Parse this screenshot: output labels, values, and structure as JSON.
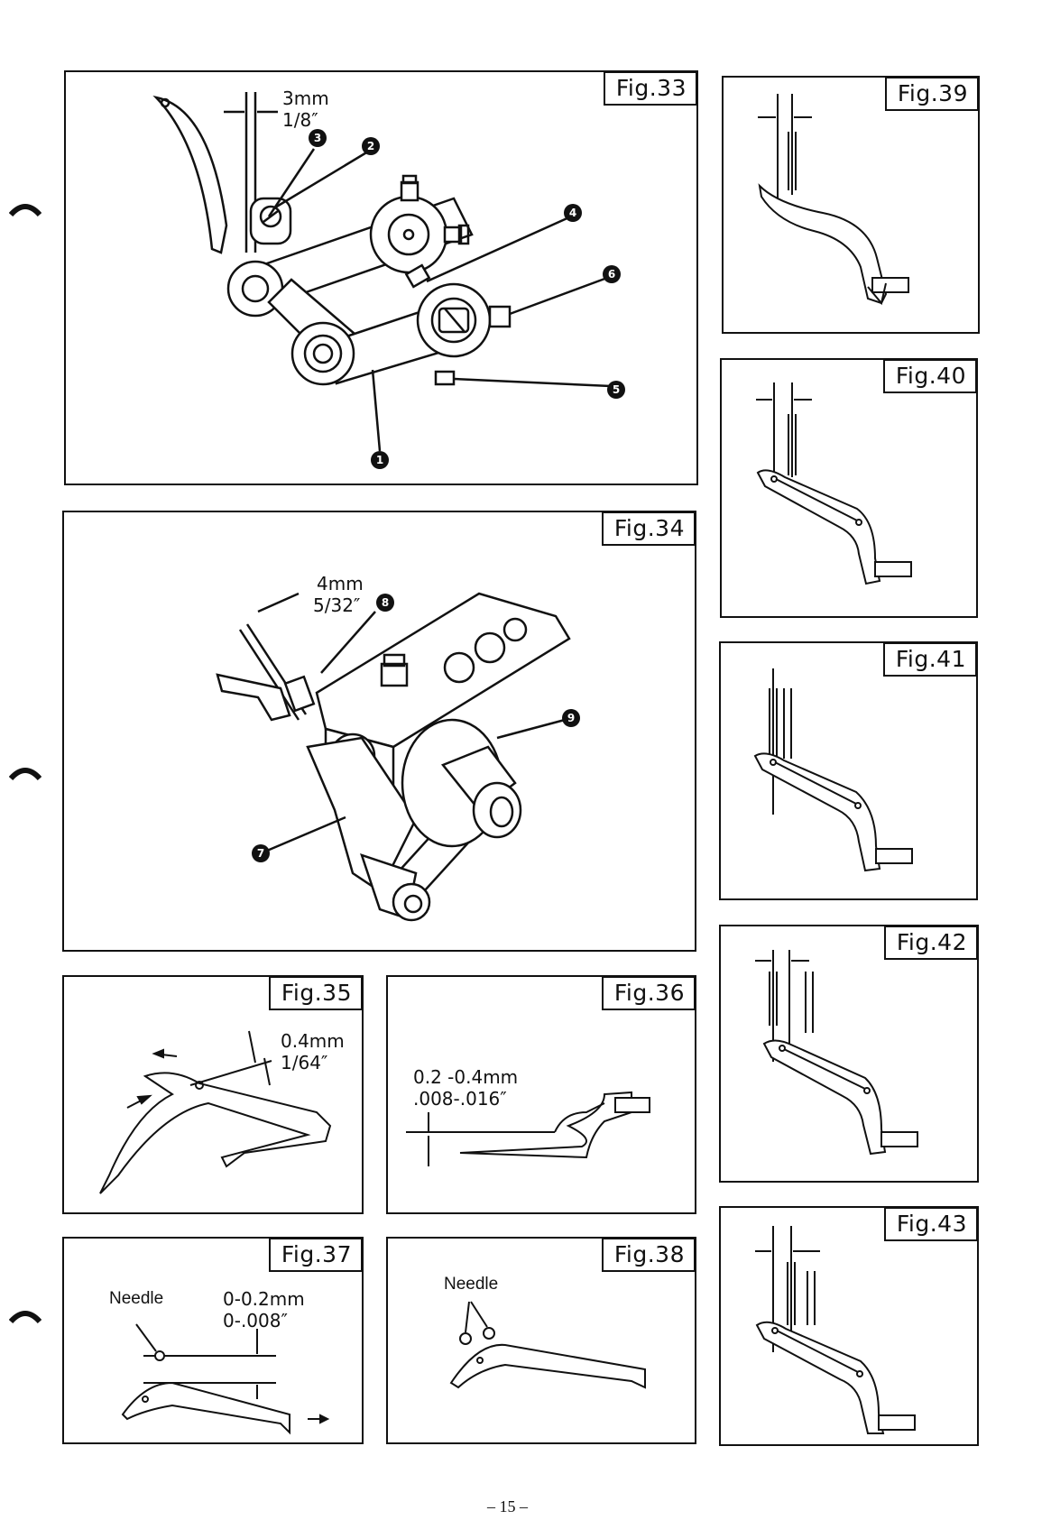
{
  "figures": {
    "fig33": {
      "label": "Fig.33",
      "dim_mm": "3mm",
      "dim_in": "1/8″"
    },
    "fig34": {
      "label": "Fig.34",
      "dim_mm": "4mm",
      "dim_in": "5/32″"
    },
    "fig35": {
      "label": "Fig.35",
      "dim_mm": "0.4mm",
      "dim_in": "1/64″"
    },
    "fig36": {
      "label": "Fig.36",
      "dim_mm": "0.2 -0.4mm",
      "dim_in": ".008-.016″"
    },
    "fig37": {
      "label": "Fig.37",
      "needle": "Needle",
      "dim_mm": "0-0.2mm",
      "dim_in": "0-.008″"
    },
    "fig38": {
      "label": "Fig.38",
      "needle": "Needle"
    },
    "fig39": {
      "label": "Fig.39"
    },
    "fig40": {
      "label": "Fig.40"
    },
    "fig41": {
      "label": "Fig.41"
    },
    "fig42": {
      "label": "Fig.42"
    },
    "fig43": {
      "label": "Fig.43"
    }
  },
  "callouts": [
    "1",
    "2",
    "3",
    "4",
    "5",
    "6",
    "7",
    "8",
    "9"
  ],
  "page_number": "– 15 –"
}
